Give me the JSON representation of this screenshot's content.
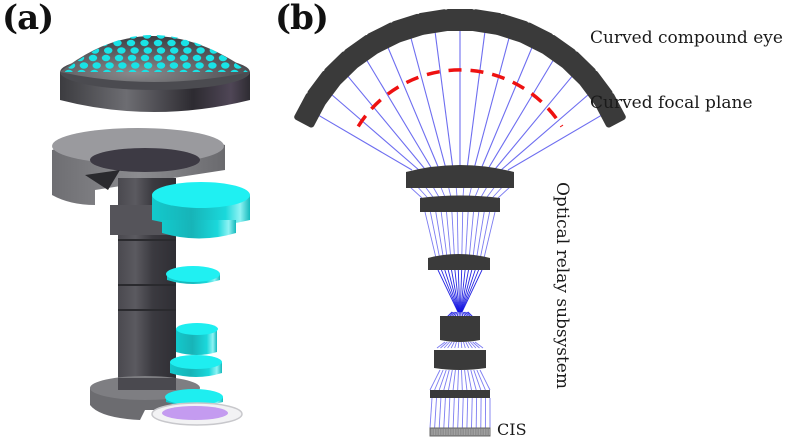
{
  "figure": {
    "panels": [
      {
        "id": "a",
        "label": "(a)",
        "description": "Exploded 3D view of the compound-eye camera assembly"
      },
      {
        "id": "b",
        "label": "(b)",
        "description": "Optical layout schematic"
      }
    ],
    "panel_b": {
      "annotations": {
        "compound_eye": "Curved compound eye",
        "focal_plane": "Curved focal plane",
        "relay": "Optical relay subsystem",
        "sensor": "CIS"
      },
      "ommatidia_count": 15,
      "relay_lens_count": 6
    },
    "colors": {
      "lens_dark": "#3a3a3a",
      "ray_blue": "#6e6ef0",
      "ray_focus_blue": "#1010e0",
      "focal_plane_red": "#ee1111",
      "cyan_lens": "#19e3e6",
      "housing_grey": "#6a6a6e",
      "sensor_violet": "#c49bf0"
    }
  }
}
